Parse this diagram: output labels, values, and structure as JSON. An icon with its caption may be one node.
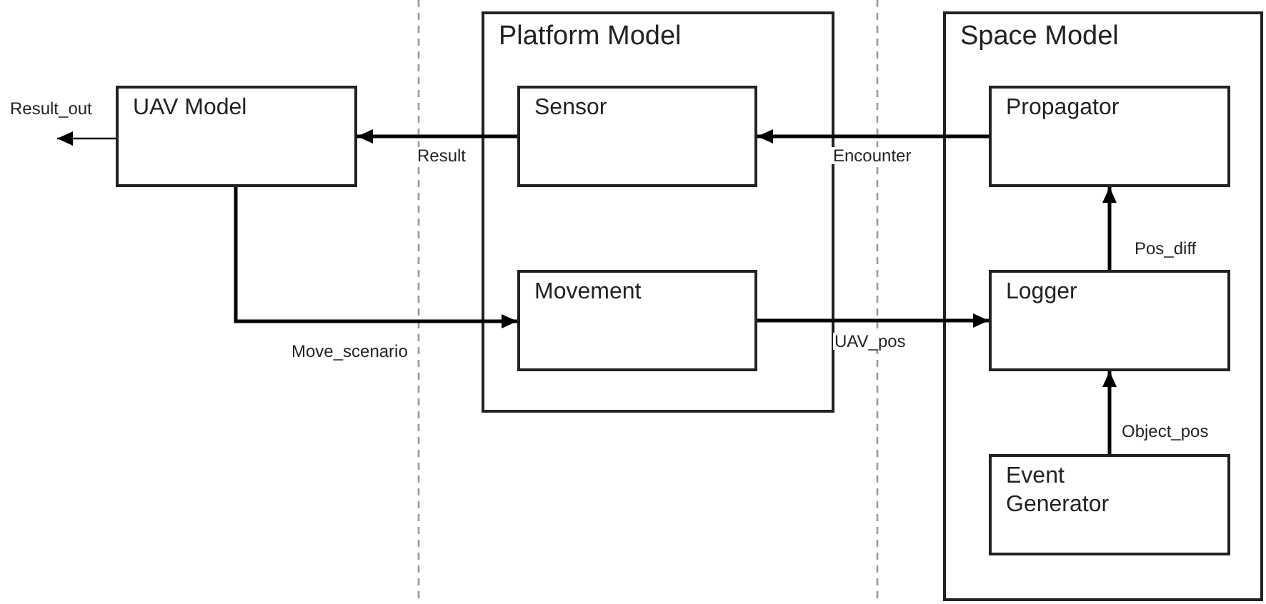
{
  "diagram": {
    "nodes": [
      {
        "text": [
          "UAV Model"
        ]
      },
      {
        "text": [
          "Platform Model"
        ]
      },
      {
        "text": [
          "Sensor"
        ],
        "in": 1
      },
      {
        "text": [
          "Movement"
        ],
        "in": 1
      },
      {
        "text": [
          "Space Model"
        ]
      },
      {
        "text": [
          "Propagator"
        ],
        "in": 4
      },
      {
        "text": [
          "Logger"
        ],
        "in": 4
      },
      {
        "text": [
          "Event Generator"
        ],
        "in": 4
      }
    ],
    "edges": [
      {
        "from": 0,
        "to": null,
        "arrow": "to",
        "label": "Result_out"
      },
      {
        "from": 2,
        "to": 0,
        "arrow": "to",
        "label": "Result"
      },
      {
        "from": 0,
        "to": 3,
        "arrow": "to",
        "label": "Move_scenario"
      },
      {
        "from": 5,
        "to": 2,
        "arrow": "to",
        "label": "Encounter"
      },
      {
        "from": 3,
        "to": 6,
        "arrow": "to",
        "label": "UAV_pos"
      },
      {
        "from": 6,
        "to": 5,
        "arrow": "to",
        "label": "Pos_diff"
      },
      {
        "from": 7,
        "to": 6,
        "arrow": "to",
        "label": "Object_pos"
      }
    ]
  }
}
